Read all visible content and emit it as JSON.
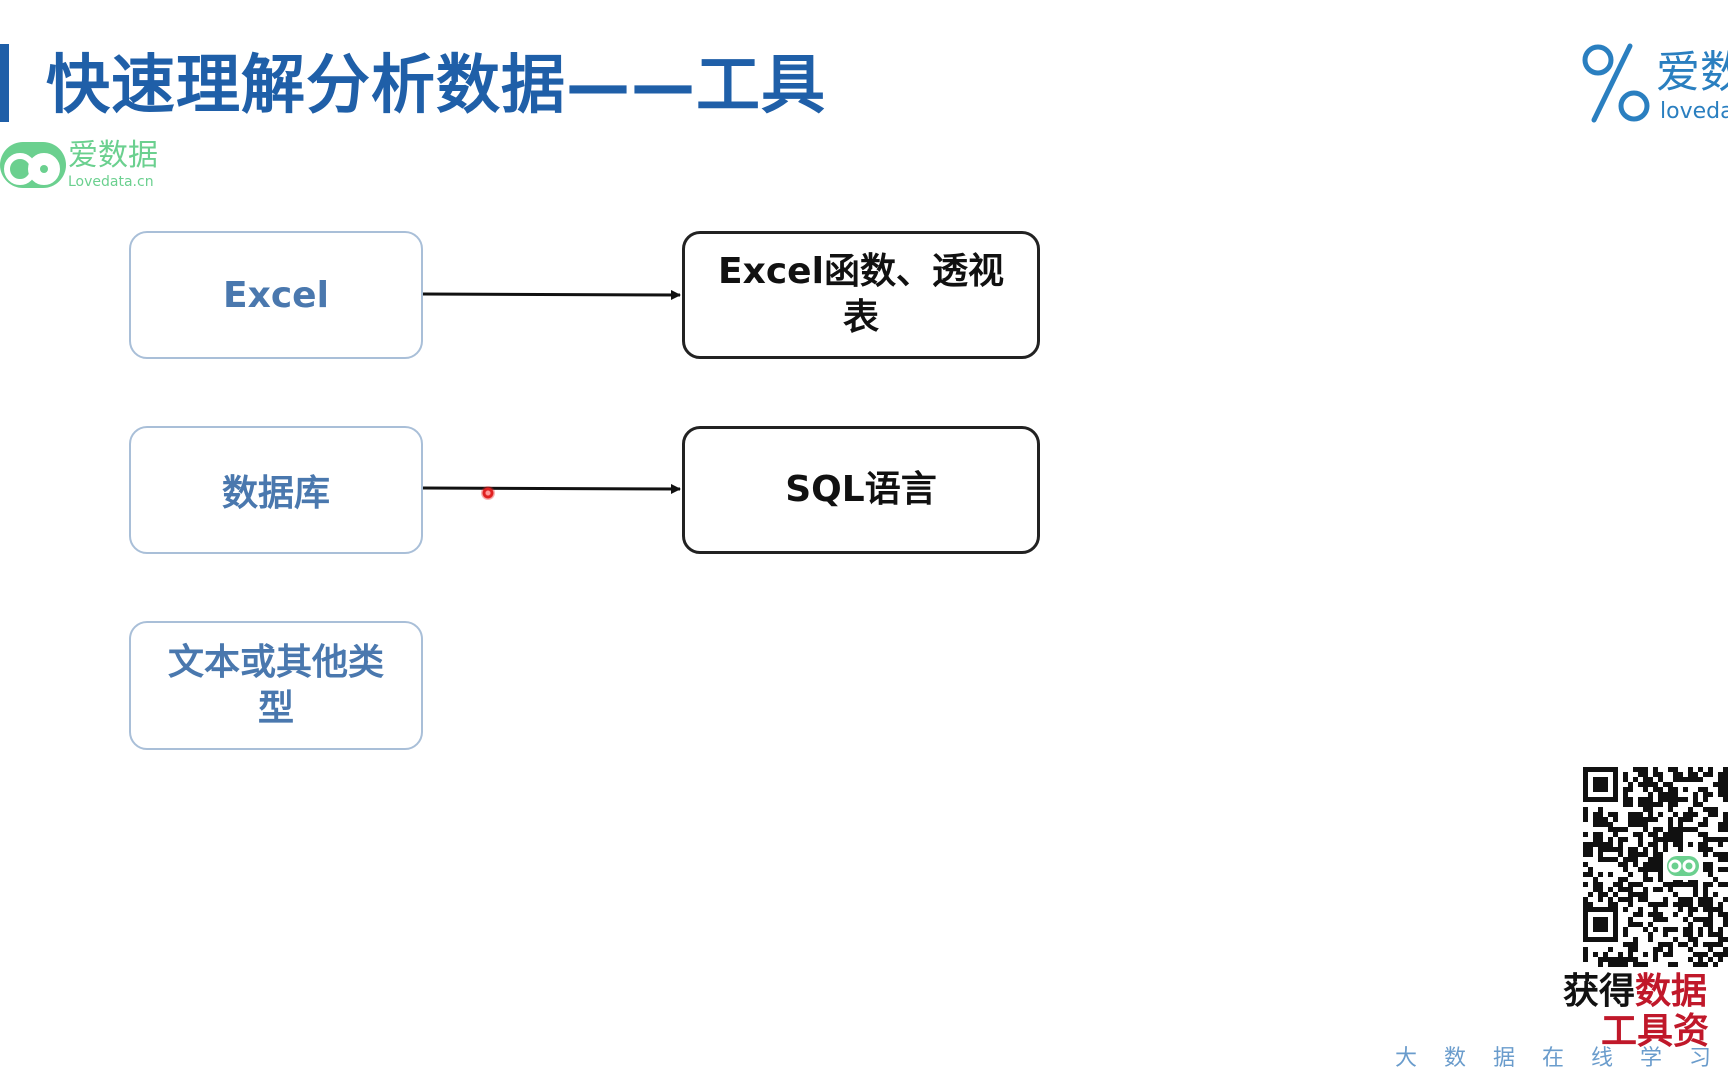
{
  "slide": {
    "title": "快速理解分析数据——工具"
  },
  "logo_left": {
    "cn": "爱数据",
    "en": "Lovedata.cn"
  },
  "logo_right": {
    "cn": "爱数",
    "en": "loveda"
  },
  "diagram": {
    "sources": [
      {
        "label": "Excel"
      },
      {
        "label": "数据库"
      },
      {
        "label": "文本或其他类型"
      }
    ],
    "targets": [
      {
        "label": "Excel函数、透视表"
      },
      {
        "label": "SQL语言"
      }
    ]
  },
  "promo": {
    "line1_black": "获得",
    "line1_red": "数据",
    "line2": "工具资"
  },
  "footer": {
    "tagline": "大数据在线学习"
  },
  "colors": {
    "title": "#1f5fa8",
    "source_text": "#4a78ae",
    "source_border": "#a9bfd8",
    "target_border": "#222222",
    "logo_green": "#6bd08f",
    "logo_blue": "#2a7fc0",
    "promo_red": "#c0182a"
  }
}
